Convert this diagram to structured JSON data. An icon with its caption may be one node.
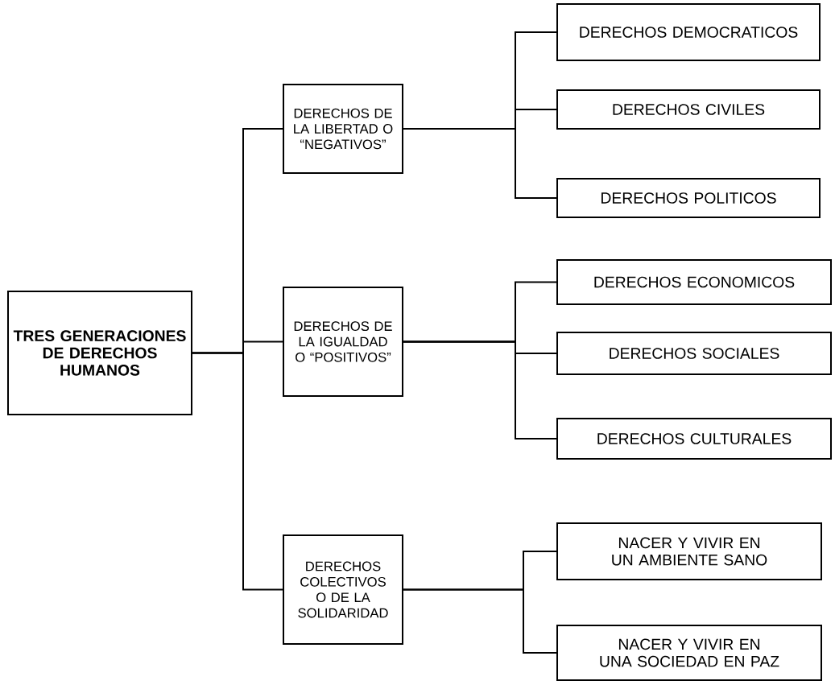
{
  "diagram": {
    "nodes": [
      {
        "text": [
          "TRES GENERACIONES DE DERECHOS HUMANOS"
        ]
      },
      {
        "text": [
          "DERECHOS DE LA LIBERTAD O “NEGATIVOS”"
        ]
      },
      {
        "text": [
          "DERECHOS DE LA IGUALDAD O “POSITIVOS”"
        ]
      },
      {
        "text": [
          "DERECHOS COLECTIVOS O DE LA SOLIDARIDAD"
        ]
      },
      {
        "text": [
          "DERECHOS DEMOCRATICOS"
        ]
      },
      {
        "text": [
          "DERECHOS CIVILES"
        ]
      },
      {
        "text": [
          "DERECHOS POLITICOS"
        ]
      },
      {
        "text": [
          "DERECHOS ECONOMICOS"
        ]
      },
      {
        "text": [
          "DERECHOS SOCIALES"
        ]
      },
      {
        "text": [
          "DERECHOS CULTURALES"
        ]
      },
      {
        "text": [
          "NACER Y VIVIR EN UN AMBIENTE SANO"
        ]
      },
      {
        "text": [
          "NACER Y VIVIR EN UNA SOCIEDAD EN PAZ"
        ]
      }
    ],
    "edges": [
      {
        "from": 0,
        "to": 1,
        "arrow": "none"
      },
      {
        "from": 0,
        "to": 2,
        "arrow": "none"
      },
      {
        "from": 0,
        "to": 3,
        "arrow": "none"
      },
      {
        "from": 1,
        "to": 4,
        "arrow": "none"
      },
      {
        "from": 1,
        "to": 5,
        "arrow": "none"
      },
      {
        "from": 1,
        "to": 6,
        "arrow": "none"
      },
      {
        "from": 2,
        "to": 7,
        "arrow": "none"
      },
      {
        "from": 2,
        "to": 8,
        "arrow": "none"
      },
      {
        "from": 2,
        "to": 9,
        "arrow": "none"
      },
      {
        "from": 3,
        "to": 10,
        "arrow": "none"
      },
      {
        "from": 3,
        "to": 11,
        "arrow": "none"
      }
    ]
  }
}
